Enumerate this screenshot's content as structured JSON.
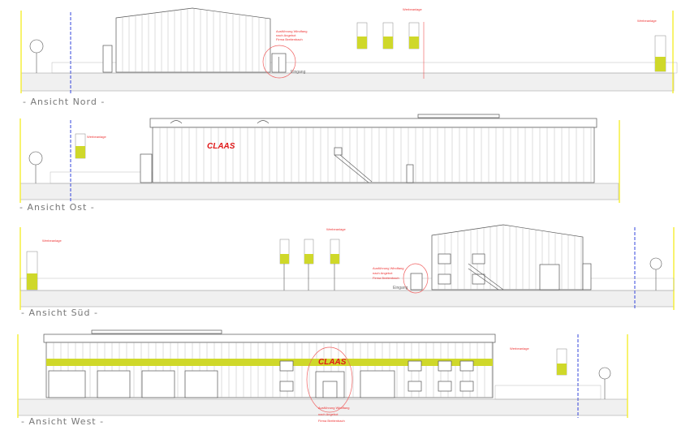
{
  "views": [
    {
      "title": "- Ansicht Nord -",
      "entrance_label": "Eingang",
      "note": [
        "Ausführung Windfang",
        "nach Angebot",
        "Firma Breitenbach"
      ],
      "sign_label": "Werbeanlage"
    },
    {
      "title": "- Ansicht Ost -",
      "brand": "CLAAS",
      "sign_label": "Werbeanlage"
    },
    {
      "title": "- Ansicht Süd -",
      "entrance_label": "Eingang",
      "note": [
        "Ausführung Windfang",
        "nach Angebot",
        "Firma Breitenbach"
      ],
      "sign_label": "Werbeanlage"
    },
    {
      "title": "- Ansicht West -",
      "brand": "CLAAS",
      "note": [
        "Ausführung Windfang",
        "nach Angebot",
        "Firma Breitenbach"
      ],
      "sign_label": "Werbeanlage"
    }
  ],
  "colors": {
    "accent_green": "#cfd82a",
    "brand_red": "#e01818",
    "property_line": "#f4ee30",
    "building_line": "#3344dd"
  }
}
